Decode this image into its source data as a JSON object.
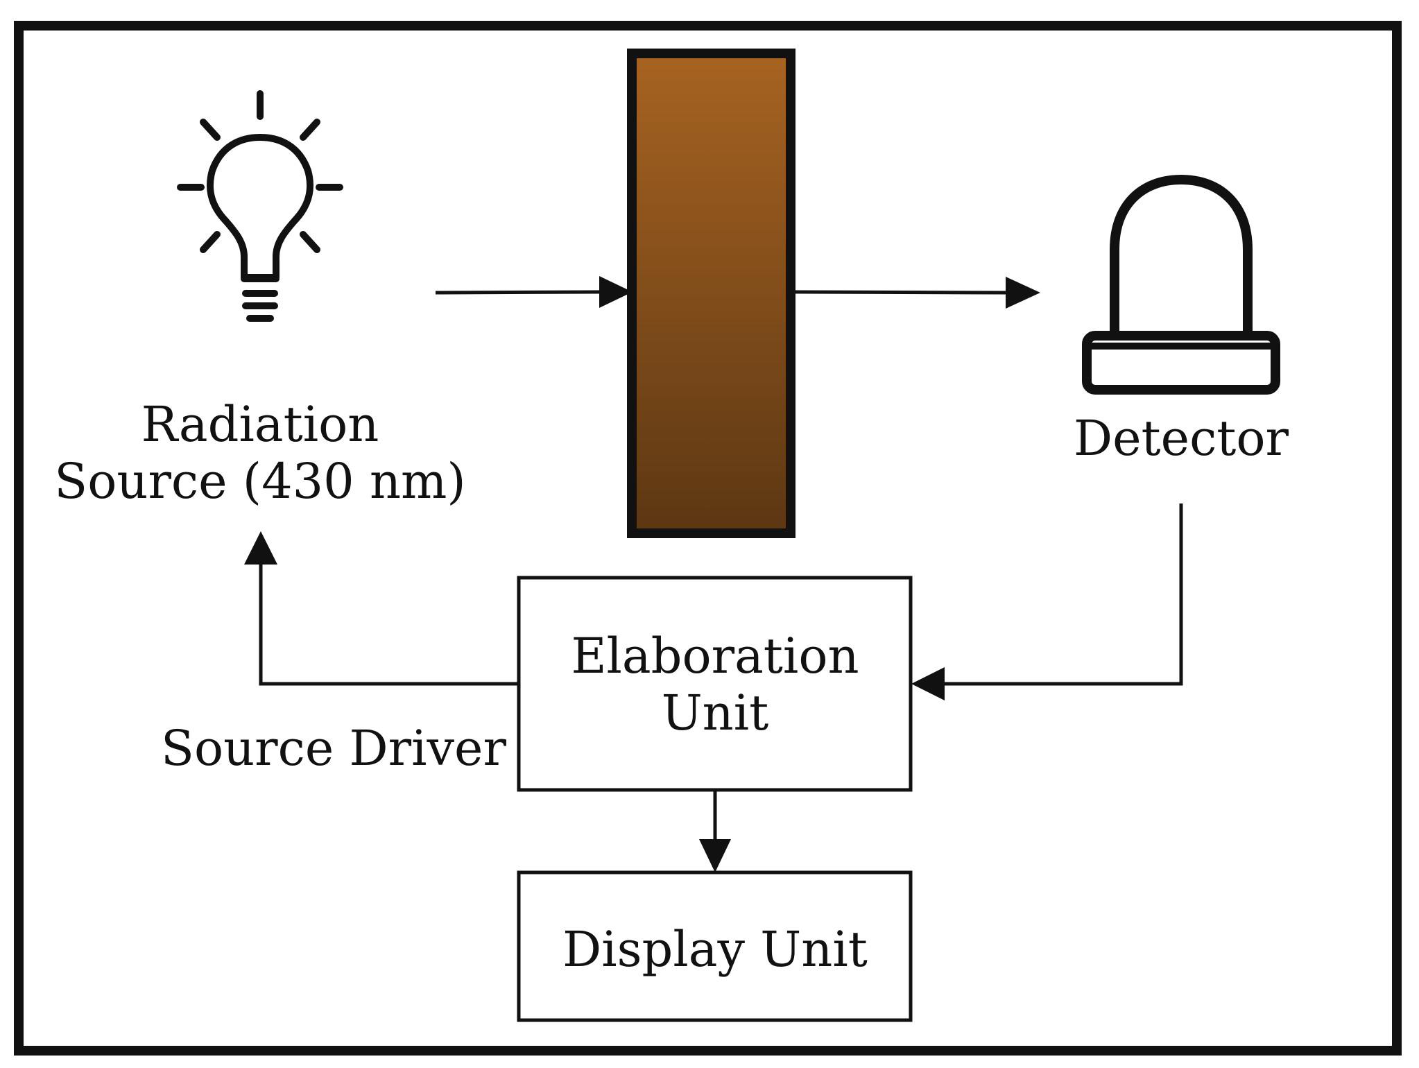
{
  "labels": {
    "source_line1": "Radiation",
    "source_line2": "Source (430 nm)",
    "detector": "Detector",
    "elaboration_line1": "Elaboration",
    "elaboration_line2": "Unit",
    "display": "Display Unit",
    "source_driver": "Source Driver"
  },
  "icons": {
    "source": "light-bulb-icon",
    "detector": "detector-icon"
  },
  "colors": {
    "sample_top": "#a76321",
    "sample_bottom": "#5c3713",
    "line": "#111111"
  }
}
